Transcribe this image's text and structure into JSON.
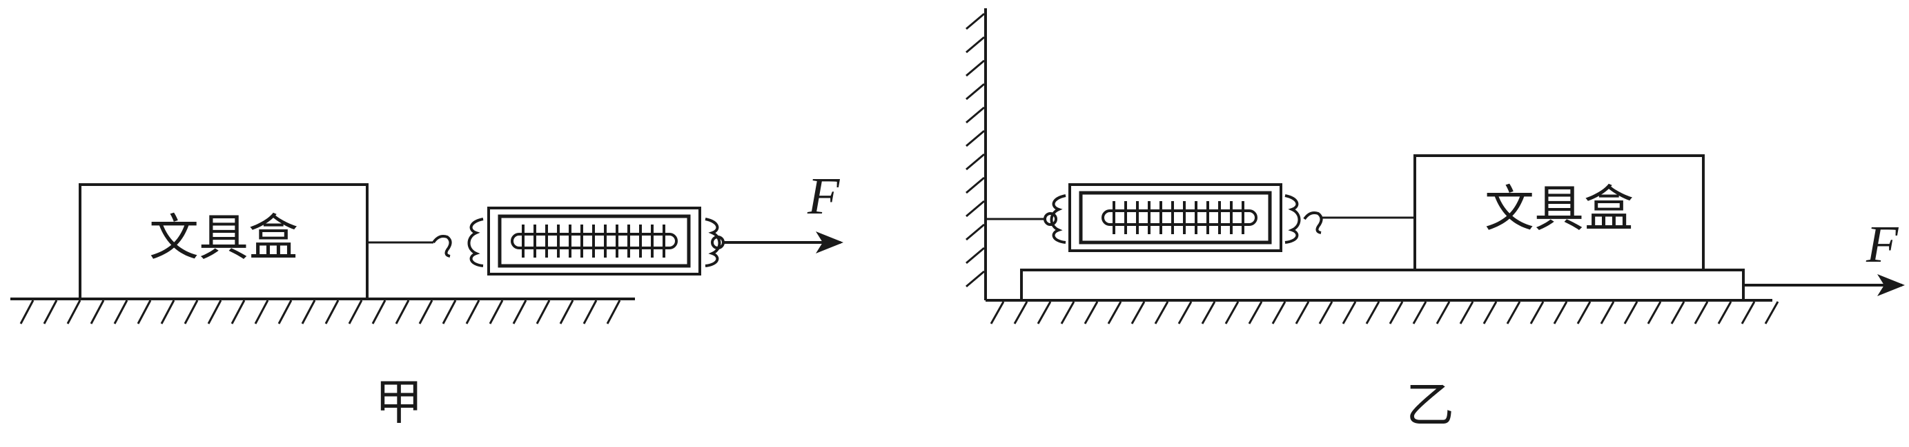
{
  "figures": {
    "left": {
      "box_label": "文具盒",
      "force_label": "F",
      "caption": "甲"
    },
    "right": {
      "box_label": "文具盒",
      "force_label": "F",
      "caption": "乙"
    }
  }
}
